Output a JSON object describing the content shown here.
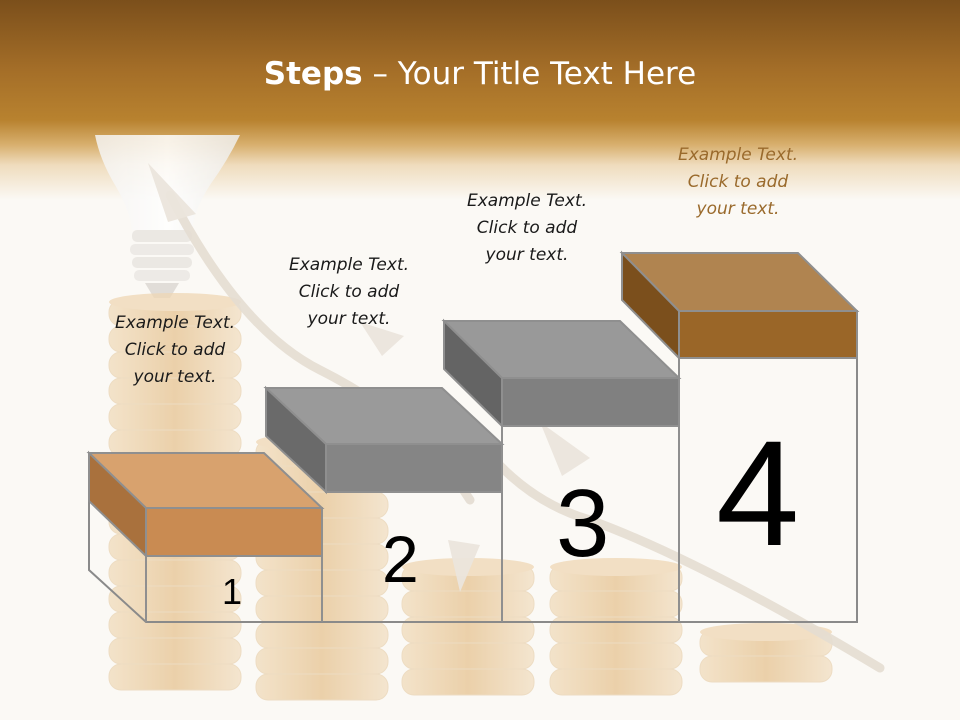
{
  "title": {
    "bold": "Steps",
    "rest": " – Your Title Text Here"
  },
  "steps": [
    {
      "number": "1",
      "caption": [
        "Example Text.",
        "Click  to add",
        "your text."
      ],
      "top_color": "#d59a62"
    },
    {
      "number": "2",
      "caption": [
        "Example Text.",
        "Click  to add",
        "your text."
      ],
      "top_color": "#8a8a8a"
    },
    {
      "number": "3",
      "caption": [
        "Example Text.",
        "Click  to add",
        "your text."
      ],
      "top_color": "#7f7f7f"
    },
    {
      "number": "4",
      "caption": [
        "Example Text.",
        "Click  to add",
        "your text."
      ],
      "top_color": "#9c6a2a"
    }
  ],
  "colors": {
    "header": "#a46e28",
    "coin": "#e7c89a",
    "step4_caption": "#9a6a2c"
  },
  "icons": [
    "light-bulb-icon",
    "coin-stack-icon",
    "arrow-icon"
  ]
}
